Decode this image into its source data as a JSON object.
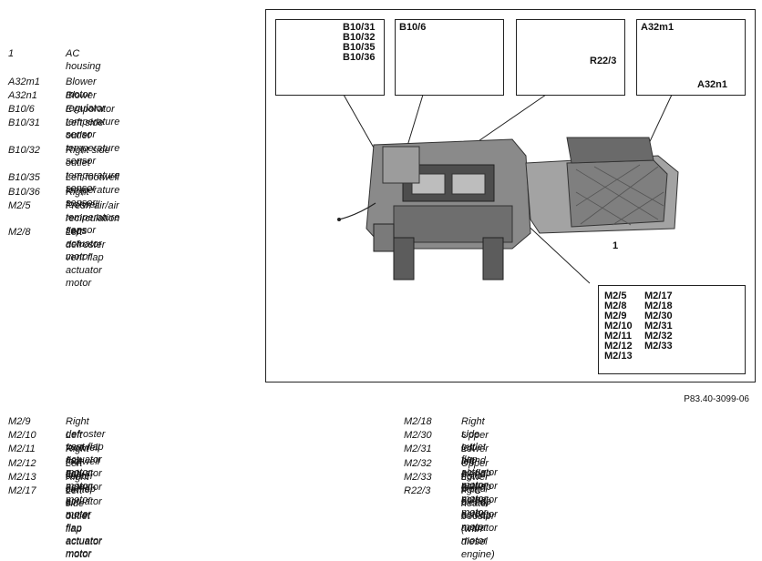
{
  "legend_left": [
    {
      "code": "1",
      "desc": "AC housing"
    },
    {
      "code": "A32m1",
      "desc": "Blower motor"
    },
    {
      "code": "A32n1",
      "desc": "Blower regulator"
    },
    {
      "code": "B10/6",
      "desc": "Evaporator temperature sensor"
    },
    {
      "code": "B10/31",
      "desc": "Left side outlet temperature\nsensor"
    },
    {
      "code": "B10/32",
      "desc": "Right side outlet temperature\nsensor"
    },
    {
      "code": "B10/35",
      "desc": "Left footwell temperature sensor"
    },
    {
      "code": "B10/36",
      "desc": "Right footwell temperature sensor"
    },
    {
      "code": "M2/5",
      "desc": "Fresh air/air recirculation flaps\nactuator motor"
    },
    {
      "code": "M2/8",
      "desc": "Left defroster vent flap actuator\nmotor"
    }
  ],
  "legend_bottom_left": [
    {
      "code": "M2/9",
      "desc": "Right defroster vent flap actuator motor"
    },
    {
      "code": "M2/10",
      "desc": "Left footwell flap actuator motor"
    },
    {
      "code": "M2/11",
      "desc": "Right footwell flap actuator motor"
    },
    {
      "code": "M2/12",
      "desc": "Left center air flap actuator motor"
    },
    {
      "code": "M2/13",
      "desc": "Right center air outlet flap actuator motor"
    },
    {
      "code": "M2/17",
      "desc": "Left side outlet flap actuator motor"
    }
  ],
  "legend_bottom_right": [
    {
      "code": "M2/18",
      "desc": "Right side outlet flap actuator motor"
    },
    {
      "code": "M2/30",
      "desc": "Upper left blend air flap actuator motor"
    },
    {
      "code": "M2/31",
      "desc": "Lower left blend air flap actuator motor"
    },
    {
      "code": "M2/32",
      "desc": "Upper right blend air flap actuator motor"
    },
    {
      "code": "M2/33",
      "desc": "Lower right blend air flap actuator motor"
    },
    {
      "code": "R22/3",
      "desc": "PTC heater booster (with diesel engine)"
    }
  ],
  "figure": {
    "callout_temp_sensors": "B10/31\nB10/32\nB10/35\nB10/36",
    "callout_evap_sensor": "B10/6",
    "callout_ptc_heater": "R22/3",
    "callout_blower_motor": "A32m1",
    "callout_blower_regulator": "A32n1",
    "callout_actuators_col1": "M2/5\nM2/8\nM2/9\nM2/10\nM2/11\nM2/12\nM2/13",
    "callout_actuators_col2": "M2/17\nM2/18\nM2/30\nM2/31\nM2/32\nM2/33",
    "housing_label": "1",
    "figure_id": "P83.40-3099-06"
  }
}
